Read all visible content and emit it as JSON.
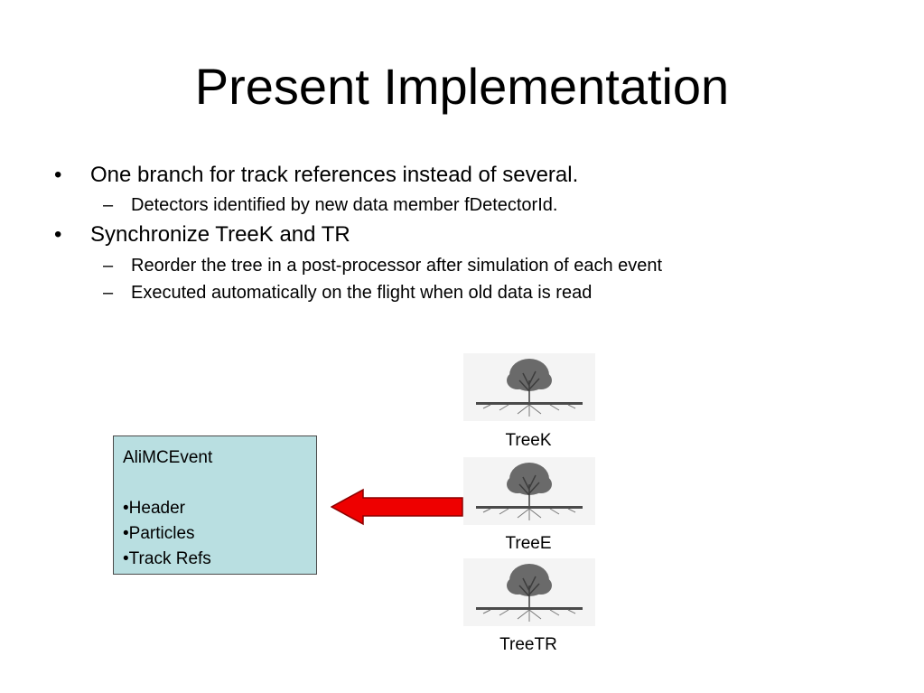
{
  "slide": {
    "title": "Present Implementation",
    "bullets": [
      {
        "marker": "•",
        "text": "One branch for track references instead of several.",
        "sub": [
          {
            "marker": "–",
            "text": "Detectors identified by new data member fDetectorId."
          }
        ]
      },
      {
        "marker": "•",
        "text": "Synchronize TreeK and TR",
        "sub": [
          {
            "marker": "–",
            "text": "Reorder the tree in a post-processor after simulation of each event"
          },
          {
            "marker": "–",
            "text": "Executed automatically on the flight when old data is read"
          }
        ]
      }
    ]
  },
  "diagram": {
    "box": {
      "title": "AliMCEvent",
      "items": [
        "•Header",
        "•Particles",
        "•Track Refs"
      ]
    },
    "trees": [
      {
        "label": "TreeK",
        "icon": "tree-icon"
      },
      {
        "label": "TreeE",
        "icon": "tree-icon"
      },
      {
        "label": "TreeTR",
        "icon": "tree-icon"
      }
    ],
    "colors": {
      "box_fill": "#b9dfe1",
      "arrow_fill": "#ee0000"
    }
  }
}
